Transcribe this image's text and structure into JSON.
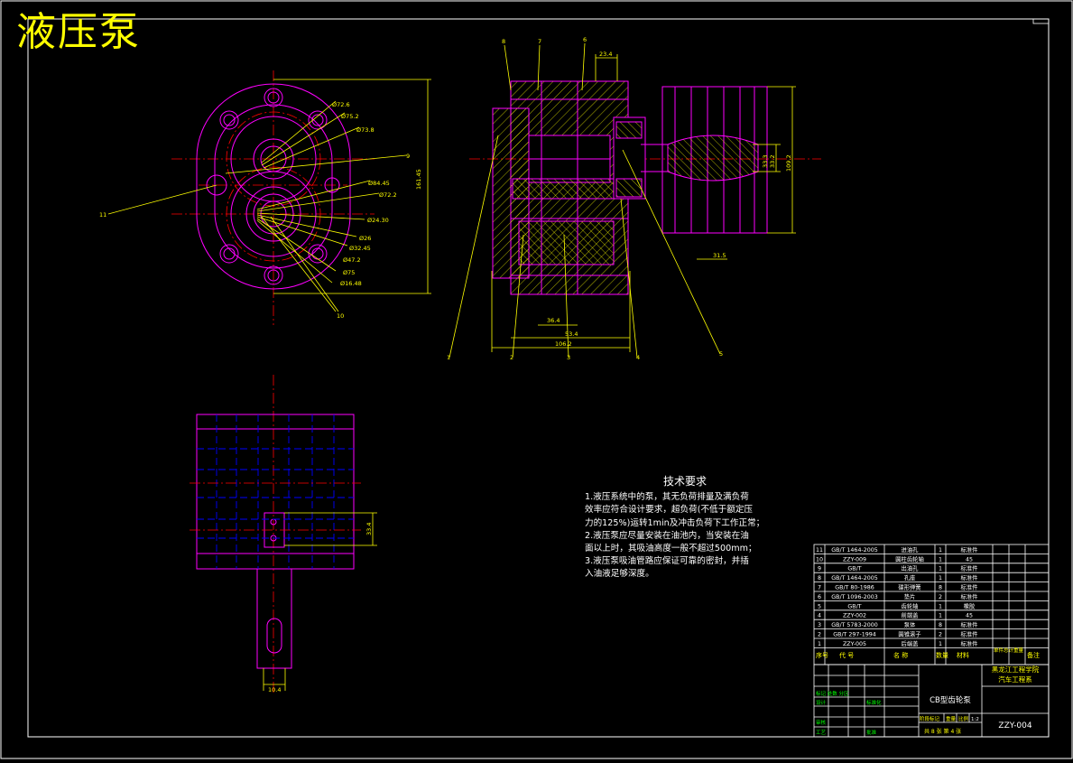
{
  "title": "液压泵",
  "colors": {
    "background": "#000000",
    "frame": "#ffffff",
    "part": "#ff00ff",
    "center": "#ff0000",
    "dim": "#ffff00",
    "hidden": "#0000ff",
    "hatch": "#ffff00",
    "table": "#ffffff",
    "table_text": "#00ff00"
  },
  "front_view": {
    "dims": [
      "Ø72.6",
      "Ø75.2",
      "Ø73.8",
      "Ø84.45",
      "Ø72.2",
      "Ø24.30",
      "Ø26",
      "Ø32.45",
      "Ø47.2",
      "Ø75",
      "Ø16.48",
      "161.45"
    ],
    "callouts": [
      "11",
      "9",
      "10"
    ]
  },
  "section_view": {
    "callouts_top": [
      "8",
      "7",
      "6"
    ],
    "callouts_bottom": [
      "1",
      "2",
      "3",
      "4",
      "5"
    ],
    "dims": [
      "23.4",
      "36.4",
      "53.4",
      "106.2",
      "31.5",
      "109.2",
      "33.2",
      "33.3"
    ]
  },
  "bottom_view": {
    "dims": [
      "33.4",
      "10.4"
    ]
  },
  "tech_req": {
    "heading": "技术要求",
    "lines": [
      "1.液压系统中的泵，其无负荷排量及满负荷",
      "效率应符合设计要求，超负荷(不低于额定压",
      "力的125%)运转1min及冲击负荷下工作正常；",
      "2.液压泵应尽量安装在油池内，当安装在油",
      "面以上时，其吸油高度一般不超过500mm；",
      "3.液压泵吸油管路应保证可靠的密封，并插",
      "入油液足够深度。"
    ]
  },
  "bom": {
    "rows": [
      {
        "no": "11",
        "code": "GB/T 1464-2005",
        "name": "进油孔",
        "qty": "1",
        "mat": "标准件"
      },
      {
        "no": "10",
        "code": "ZZY-009",
        "name": "圆柱齿轮轴",
        "qty": "1",
        "mat": "45"
      },
      {
        "no": "9",
        "code": "GB/T",
        "name": "出油孔",
        "qty": "1",
        "mat": "标准件"
      },
      {
        "no": "8",
        "code": "GB/T 1464-2005",
        "name": "孔座",
        "qty": "1",
        "mat": "标准件"
      },
      {
        "no": "7",
        "code": "GB/T 80-1986",
        "name": "碟形弹簧",
        "qty": "8",
        "mat": "标准件"
      },
      {
        "no": "6",
        "code": "GB/T 1096-2003",
        "name": "垫片",
        "qty": "2",
        "mat": "标准件"
      },
      {
        "no": "5",
        "code": "GB/T",
        "name": "齿轮轴",
        "qty": "1",
        "mat": "橡胶"
      },
      {
        "no": "4",
        "code": "ZZY-002",
        "name": "前端盖",
        "qty": "1",
        "mat": "45"
      },
      {
        "no": "3",
        "code": "GB/T 5783-2000",
        "name": "泵体",
        "qty": "8",
        "mat": "标准件"
      },
      {
        "no": "2",
        "code": "GB/T 297-1994",
        "name": "圆锥滚子",
        "qty": "2",
        "mat": "标准件"
      },
      {
        "no": "1",
        "code": "ZZY-005",
        "name": "后端盖",
        "qty": "1",
        "mat": "标准件"
      }
    ],
    "header": {
      "no": "序号",
      "code": "代  号",
      "name": "名  称",
      "qty": "数量",
      "mat": "材料",
      "wt": "单件总计重量",
      "remark": "备注"
    }
  },
  "title_block": {
    "school": "黑龙江工程学院",
    "dept": "汽车工程系",
    "drawing_name": "CB型齿轮泵",
    "drawing_no": "ZZY-004",
    "scale_label": "比例",
    "scale": "1:2",
    "sheets": "共 8 张  第 4 张",
    "stage": "阶段标记",
    "weight": "重量",
    "design": "设计",
    "check": "审核",
    "process": "工艺",
    "approve": "批准",
    "marks": "标记 处数 分区",
    "standard": "标准化"
  }
}
